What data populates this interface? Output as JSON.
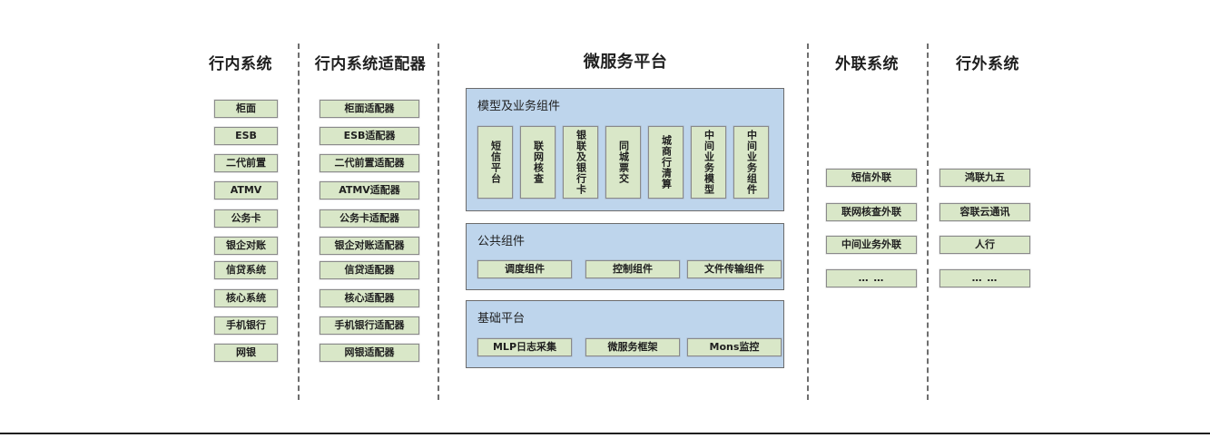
{
  "diagram": {
    "columns": [
      {
        "id": "in-bank-systems",
        "title": "行内系统",
        "items": [
          "柜面",
          "ESB",
          "二代前置",
          "ATMV",
          "公务卡",
          "银企对账",
          "信贷系统",
          "核心系统",
          "手机银行",
          "网银"
        ]
      },
      {
        "id": "in-bank-adapters",
        "title": "行内系统适配器",
        "items": [
          "柜面适配器",
          "ESB适配器",
          "二代前置适配器",
          "ATMV适配器",
          "公务卡适配器",
          "银企对账适配器",
          "信贷适配器",
          "核心适配器",
          "手机银行适配器",
          "网银适配器"
        ]
      },
      {
        "id": "microservice-platform",
        "title": "微服务平台",
        "panels": [
          {
            "id": "model-business-components",
            "title": "模型及业务组件",
            "orientation": "vertical",
            "items": [
              "短信平台",
              "联网核查",
              "银联及银行卡",
              "同城票交",
              "城商行清算",
              "中间业务模型",
              "中间业务组件"
            ]
          },
          {
            "id": "public-components",
            "title": "公共组件",
            "orientation": "horizontal",
            "items": [
              "调度组件",
              "控制组件",
              "文件传输组件"
            ]
          },
          {
            "id": "foundation-platform",
            "title": "基础平台",
            "orientation": "horizontal",
            "items": [
              "MLP日志采集",
              "微服务框架",
              "Mons监控"
            ]
          }
        ]
      },
      {
        "id": "external-link-systems",
        "title": "外联系统",
        "items": [
          "短信外联",
          "联网核查外联",
          "中间业务外联",
          "… …"
        ]
      },
      {
        "id": "outside-bank-systems",
        "title": "行外系统",
        "items": [
          "鸿联九五",
          "容联云通讯",
          "人行",
          "… …"
        ]
      }
    ],
    "colors": {
      "node_fill": "#d9e7c8",
      "node_border": "#8a8a8a",
      "panel_fill": "#bed5ec",
      "panel_border": "#6b6b6b",
      "separator": "#6e6e6e",
      "text": "#1f1f1f"
    }
  }
}
